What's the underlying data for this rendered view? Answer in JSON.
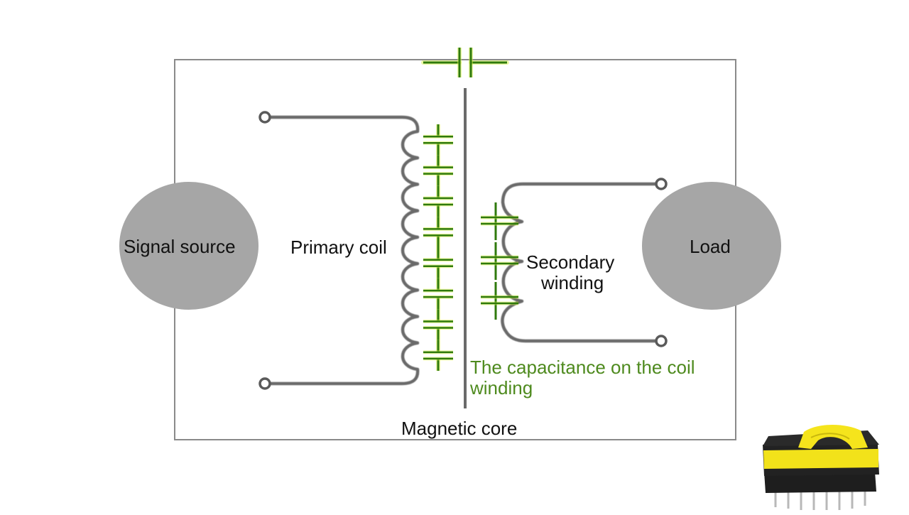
{
  "diagram": {
    "title": "Transformer parasitic capacitance diagram",
    "labels": {
      "signal_source": "Signal source",
      "load": "Load",
      "primary_coil": "Primary coil",
      "secondary_winding_line1": "Secondary",
      "secondary_winding_line2": "winding",
      "capacitance_line1": "The capacitance on the coil",
      "capacitance_line2": "winding",
      "magnetic_core": "Magnetic core"
    },
    "colors": {
      "wire": "#6a6a6a",
      "capacitor": "#2f7a0c",
      "capacitor_glow": "#d9f24a",
      "annotation": "#4e8a1e",
      "node_fill": "#a6a6a6",
      "frame": "#8a8a8a"
    },
    "components": {
      "primary_coil_turns": 9,
      "secondary_coil_turns": 4,
      "primary_capacitors": 8,
      "secondary_capacitors": 3,
      "interwinding_capacitor": 1
    },
    "photo": {
      "subject": "ferrite-core transformer with yellow insulating tape"
    }
  }
}
